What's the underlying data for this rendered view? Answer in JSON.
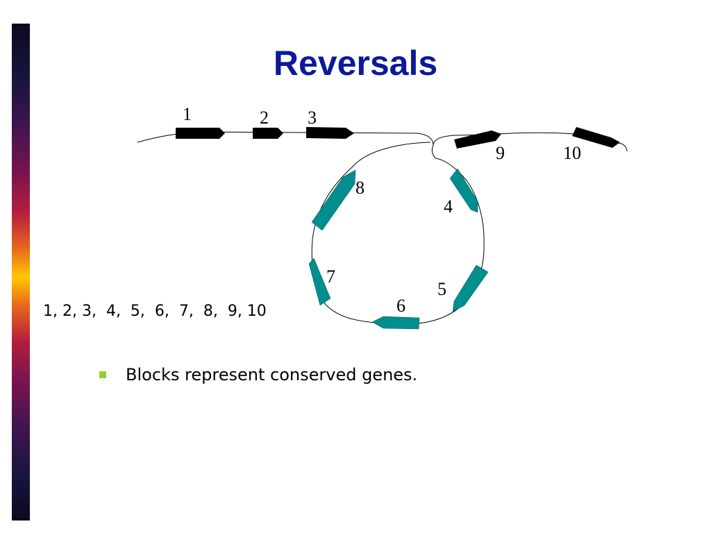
{
  "slide": {
    "title": "Reversals",
    "order_sequence": "1, 2, 3,  4,  5,  6,  7,  8,  9, 10",
    "bullet_text": "Blocks represent conserved genes."
  },
  "diagram": {
    "gene_labels": [
      "1",
      "2",
      "3",
      "4",
      "5",
      "6",
      "7",
      "8",
      "9",
      "10"
    ],
    "linear_gene_color": "#000000",
    "loop_gene_color": "#008e8e",
    "bullet_color": "#99cc33",
    "title_color": "#0a1a9a"
  }
}
